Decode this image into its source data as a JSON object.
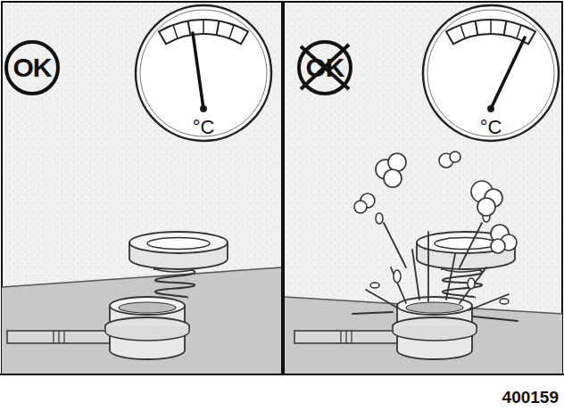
{
  "diagram": {
    "nodes": [
      {
        "text": [
          "OK"
        ]
      },
      {
        "text": [
          "°C"
        ]
      },
      {
        "text": [
          "OK"
        ]
      },
      {
        "text": [
          "°C"
        ]
      }
    ],
    "labels": [
      "400159"
    ]
  }
}
